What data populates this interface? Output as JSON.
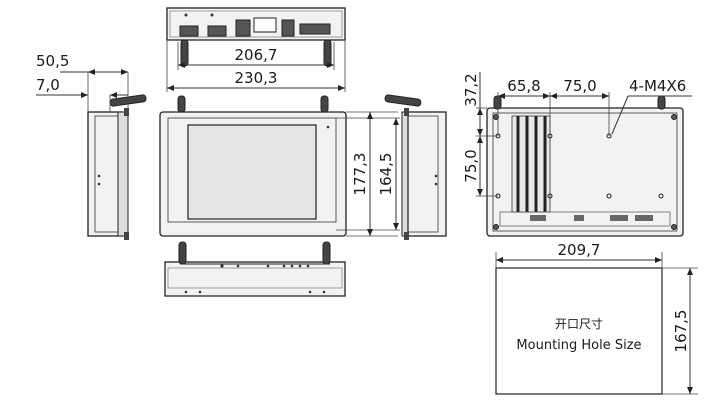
{
  "dimensions": {
    "top_inner_width": "206,7",
    "top_outer_width": "230,3",
    "side_depth": "50,5",
    "side_bezel": "7,0",
    "front_height": "177,3",
    "front_inner_height": "164,5",
    "rear_top_offset": "37,2",
    "rear_left_offset": "65,8",
    "rear_hole_spacing_h": "75,0",
    "rear_hole_spacing_v": "75,0",
    "rear_screw_spec": "4-M4X6",
    "cutout_width": "209,7",
    "cutout_height": "167,5"
  },
  "cutout": {
    "label_cn": "开口尺寸",
    "label_en": "Mounting Hole Size"
  }
}
